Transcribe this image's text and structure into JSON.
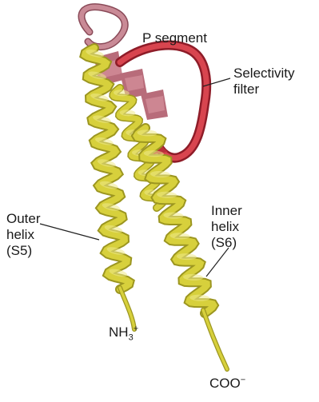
{
  "labels": {
    "p_segment": "P segment",
    "selectivity_filter": [
      "Selectivity",
      "filter"
    ],
    "outer_helix": [
      "Outer",
      "helix",
      "(S5)"
    ],
    "inner_helix": [
      "Inner",
      "helix",
      "(S6)"
    ],
    "n_terminus": {
      "base": "NH",
      "sub": "3",
      "sup": "+"
    },
    "c_terminus": {
      "base": "COO",
      "sup": "−"
    }
  },
  "colors": {
    "helix": "#d7d03c",
    "helix_shadow": "#9c9620",
    "helix_light": "#eeea8a",
    "p_segment": "#c47d8a",
    "filter_ribbon": "#c8323e",
    "leader_line": "#222222",
    "text": "#1a1a1a"
  }
}
